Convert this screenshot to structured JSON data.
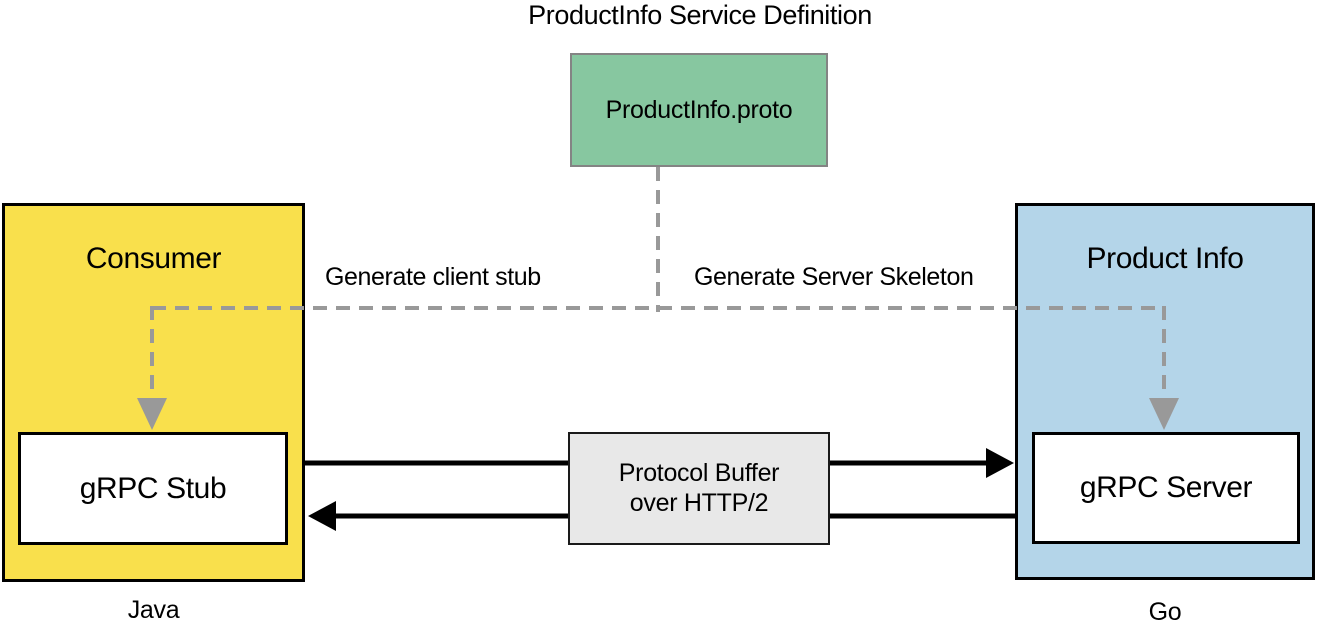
{
  "title": "ProductInfo Service Definition",
  "nodes": {
    "proto": {
      "label": "ProductInfo.proto",
      "fill": "#87C7A0"
    },
    "consumer": {
      "label": "Consumer",
      "platform": "Java",
      "fill": "#F9E04C"
    },
    "stub": {
      "label": "gRPC Stub"
    },
    "product_info": {
      "label": "Product Info",
      "platform": "Go",
      "fill": "#B4D5E9"
    },
    "server": {
      "label": "gRPC Server"
    },
    "transport": {
      "line1": "Protocol Buffer",
      "line2": "over HTTP/2",
      "fill": "#E8E8E8"
    }
  },
  "edge_labels": {
    "generate_client": "Generate client stub",
    "generate_server": "Generate Server Skeleton"
  },
  "colors": {
    "dashed_connector": "#999999",
    "solid_connector": "#000000"
  }
}
